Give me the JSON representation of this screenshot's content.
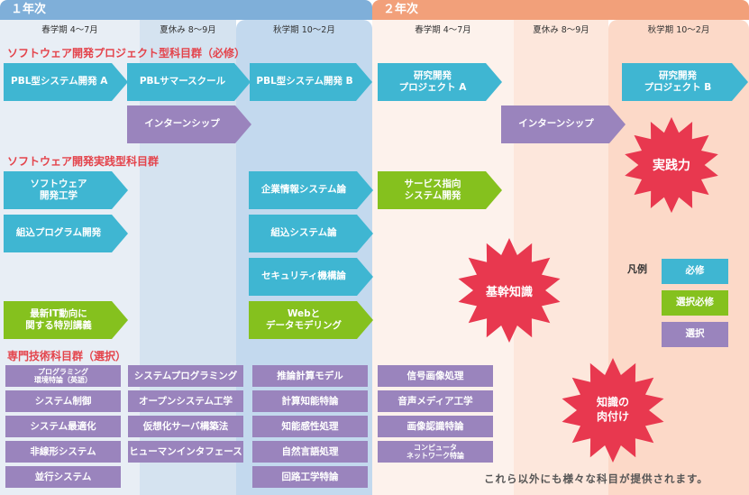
{
  "years": [
    "１年次",
    "２年次"
  ],
  "columns": [
    "春学期 4〜7月",
    "夏休み 8〜9月",
    "秋学期 10〜2月",
    "春学期 4〜7月",
    "夏休み 8〜9月",
    "秋学期 10〜2月"
  ],
  "sections": {
    "pbl": "ソフトウェア開発プロジェクト型科目群（必修）",
    "practice": "ソフトウェア開発実践型科目群",
    "tech": "専門技術科目群（選択）"
  },
  "pbl": [
    "PBL型システム開発 A",
    "PBLサマースクール",
    "PBL型システム開発 B",
    "研究開発\nプロジェクト A",
    "研究開発\nプロジェクト B"
  ],
  "internship": [
    "インターンシップ",
    "インターンシップ"
  ],
  "practice": [
    "ソフトウェア\n開発工学",
    "組込プログラム開発",
    "最新IT動向に\n関する特別講義",
    "企業情報システム論",
    "組込システム論",
    "セキュリティ機構論",
    "Webと\nデータモデリング",
    "サービス指向\nシステム開発"
  ],
  "tech": [
    "プログラミング\n環境特論（英語）",
    "システム制御",
    "システム最適化",
    "非線形システム",
    "並行システム",
    "システムプログラミング",
    "オープンシステム工学",
    "仮想化サーバ構築法",
    "ヒューマンインタフェース",
    "推論計算モデル",
    "計算知能特論",
    "知能感性処理",
    "自然言語処理",
    "回路工学特論",
    "信号画像処理",
    "音声メディア工学",
    "画像認識特論",
    "コンピュータ\nネットワーク特論"
  ],
  "bursts": [
    "基幹知識",
    "実践力",
    "知識の\n肉付け"
  ],
  "legend": {
    "title": "凡例",
    "items": [
      "必修",
      "選択必修",
      "選択"
    ]
  },
  "footer": "これら以外にも様々な科目が提供されます。",
  "colors": {
    "required": "#3fb6d2",
    "elective_required": "#85c11e",
    "elective": "#9a84bd",
    "burst": "#e8384f",
    "section_title": "#e4434b"
  }
}
